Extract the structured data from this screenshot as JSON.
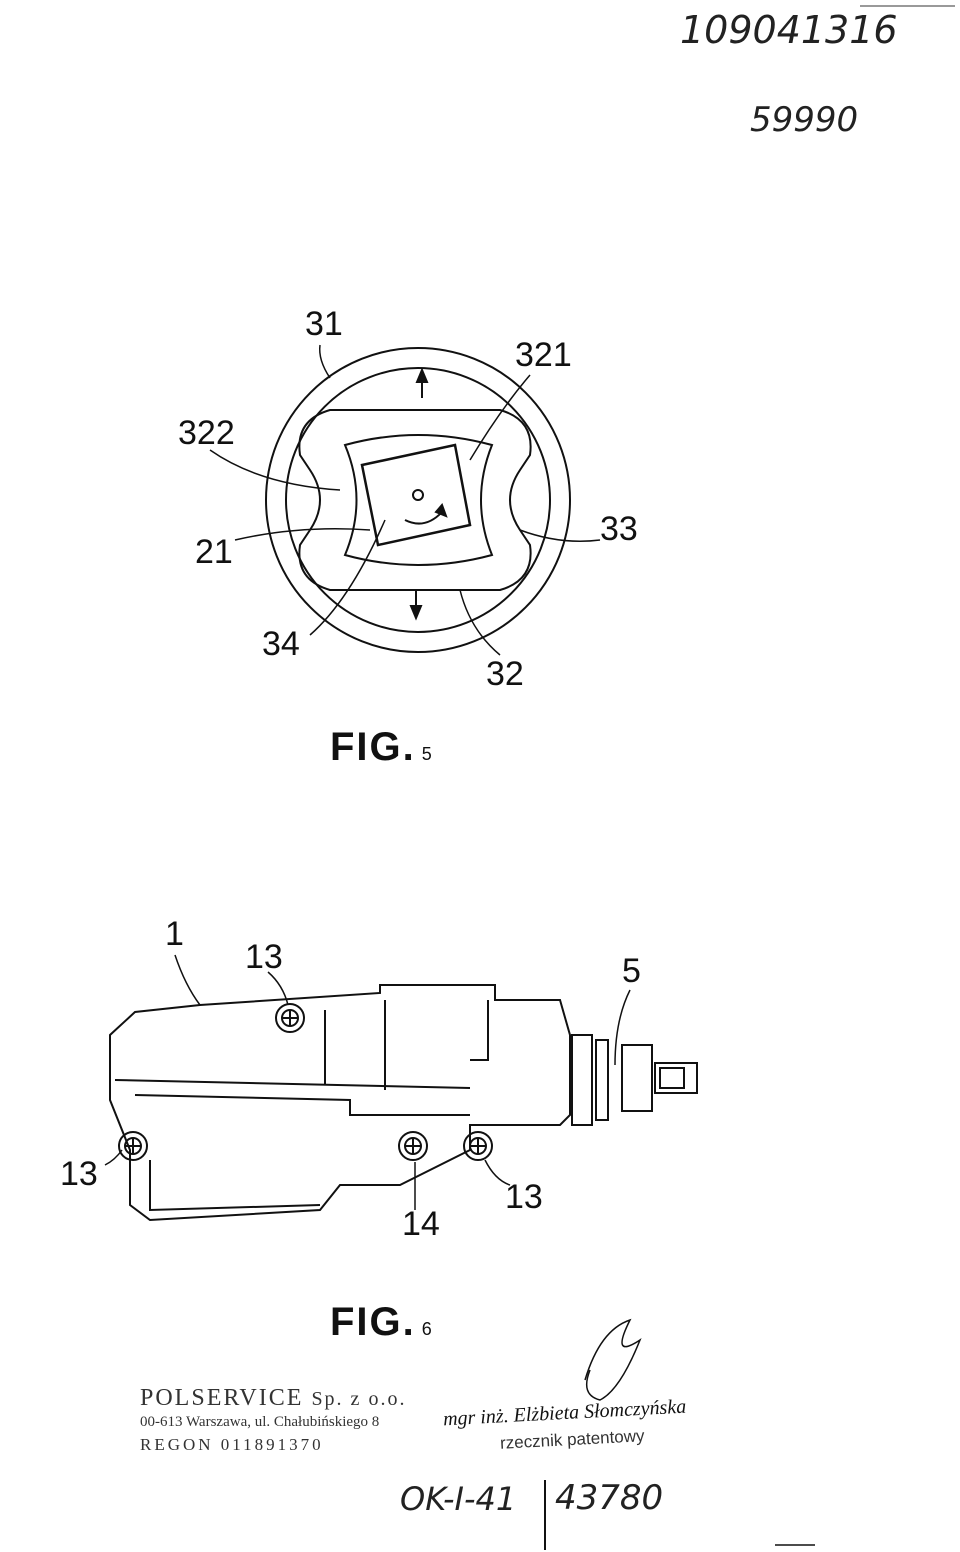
{
  "header": {
    "handwritten_number": "109041316",
    "handwritten_code": "59990"
  },
  "fig5": {
    "caption": "FIG.",
    "caption_number": "5",
    "labels": {
      "l31": "31",
      "l321": "321",
      "l322": "322",
      "l21": "21",
      "l33": "33",
      "l34": "34",
      "l32": "32"
    }
  },
  "fig6": {
    "caption": "FIG.",
    "caption_number": "6",
    "labels": {
      "l1": "1",
      "l13_top": "13",
      "l5": "5",
      "l13_left": "13",
      "l14": "14",
      "l13_right": "13"
    }
  },
  "stamp": {
    "company": "POLSERVICE",
    "company_suffix": "Sp. z o.o.",
    "address": "00-613 Warszawa, ul. Chałubińskiego 8",
    "regon": "REGON 011891370"
  },
  "signature_block": {
    "name": "mgr inż. Elżbieta Słomczyńska",
    "title": "rzecznik patentowy"
  },
  "footer": {
    "handwritten_ref_left": "OK-I-41",
    "handwritten_ref_right": "43780"
  }
}
